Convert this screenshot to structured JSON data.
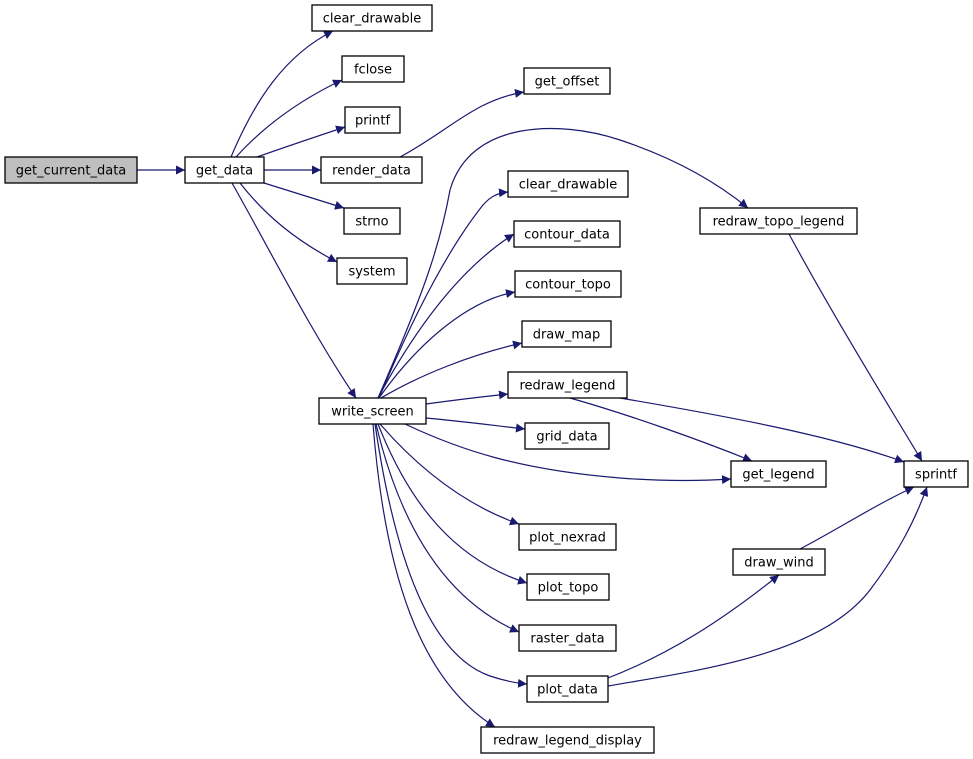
{
  "graph": {
    "colors": {
      "edge": "#191970",
      "node_fill": "#ffffff",
      "node_stroke": "#000000",
      "root_fill": "#bfbfbf"
    },
    "nodes": [
      {
        "id": "get_current_data",
        "label": "get_current_data",
        "root": true
      },
      {
        "id": "get_data",
        "label": "get_data"
      },
      {
        "id": "clear_drawable_1",
        "label": "clear_drawable"
      },
      {
        "id": "fclose",
        "label": "fclose"
      },
      {
        "id": "printf",
        "label": "printf"
      },
      {
        "id": "render_data",
        "label": "render_data"
      },
      {
        "id": "strno",
        "label": "strno"
      },
      {
        "id": "system",
        "label": "system"
      },
      {
        "id": "get_offset",
        "label": "get_offset"
      },
      {
        "id": "write_screen",
        "label": "write_screen"
      },
      {
        "id": "clear_drawable_2",
        "label": "clear_drawable"
      },
      {
        "id": "contour_data",
        "label": "contour_data"
      },
      {
        "id": "contour_topo",
        "label": "contour_topo"
      },
      {
        "id": "draw_map",
        "label": "draw_map"
      },
      {
        "id": "redraw_legend",
        "label": "redraw_legend"
      },
      {
        "id": "grid_data",
        "label": "grid_data"
      },
      {
        "id": "plot_nexrad",
        "label": "plot_nexrad"
      },
      {
        "id": "plot_topo",
        "label": "plot_topo"
      },
      {
        "id": "raster_data",
        "label": "raster_data"
      },
      {
        "id": "plot_data",
        "label": "plot_data"
      },
      {
        "id": "redraw_legend_display",
        "label": "redraw_legend_display"
      },
      {
        "id": "redraw_topo_legend",
        "label": "redraw_topo_legend"
      },
      {
        "id": "get_legend",
        "label": "get_legend"
      },
      {
        "id": "draw_wind",
        "label": "draw_wind"
      },
      {
        "id": "sprintf",
        "label": "sprintf"
      }
    ],
    "edges": [
      [
        "get_current_data",
        "get_data"
      ],
      [
        "get_data",
        "clear_drawable_1"
      ],
      [
        "get_data",
        "fclose"
      ],
      [
        "get_data",
        "printf"
      ],
      [
        "get_data",
        "render_data"
      ],
      [
        "get_data",
        "strno"
      ],
      [
        "get_data",
        "system"
      ],
      [
        "get_data",
        "write_screen"
      ],
      [
        "render_data",
        "get_offset"
      ],
      [
        "write_screen",
        "clear_drawable_2"
      ],
      [
        "write_screen",
        "contour_data"
      ],
      [
        "write_screen",
        "contour_topo"
      ],
      [
        "write_screen",
        "draw_map"
      ],
      [
        "write_screen",
        "redraw_legend"
      ],
      [
        "write_screen",
        "grid_data"
      ],
      [
        "write_screen",
        "get_legend"
      ],
      [
        "write_screen",
        "plot_nexrad"
      ],
      [
        "write_screen",
        "plot_topo"
      ],
      [
        "write_screen",
        "raster_data"
      ],
      [
        "write_screen",
        "plot_data"
      ],
      [
        "write_screen",
        "redraw_legend_display"
      ],
      [
        "write_screen",
        "redraw_topo_legend"
      ],
      [
        "redraw_legend",
        "get_legend"
      ],
      [
        "redraw_legend",
        "sprintf"
      ],
      [
        "redraw_topo_legend",
        "sprintf"
      ],
      [
        "plot_data",
        "draw_wind"
      ],
      [
        "plot_data",
        "sprintf"
      ],
      [
        "draw_wind",
        "sprintf"
      ]
    ]
  }
}
